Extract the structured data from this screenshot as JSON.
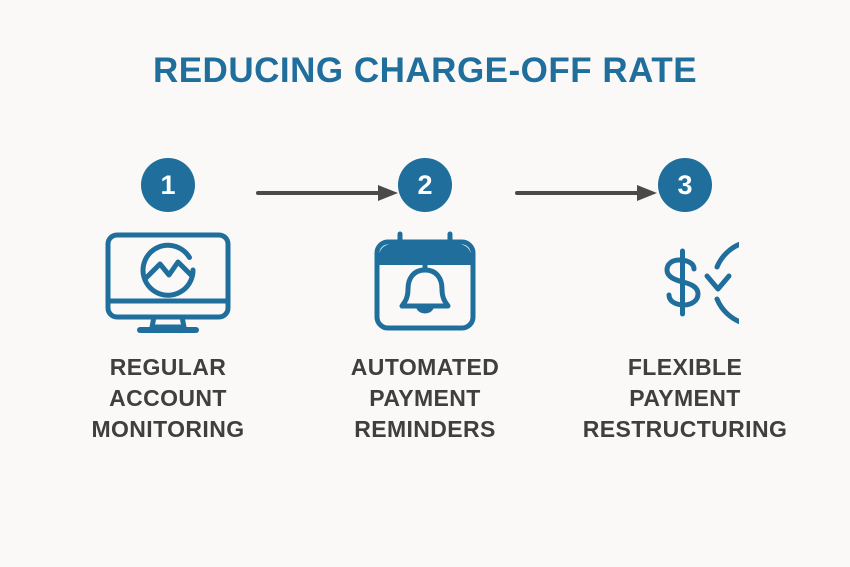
{
  "page": {
    "title": "REDUCING CHARGE-OFF RATE",
    "background_color": "#faf9f7",
    "accent_color": "#1f6e9c",
    "label_color": "#3f3f3f",
    "arrow_color": "#4a4a4a"
  },
  "steps": [
    {
      "number": "1",
      "icon": "monitor-analytics-icon",
      "label": "REGULAR\nACCOUNT\nMONITORING"
    },
    {
      "number": "2",
      "icon": "calendar-bell-icon",
      "label": "AUTOMATED\nPAYMENT\nREMINDERS"
    },
    {
      "number": "3",
      "icon": "dollar-refresh-icon",
      "label": "FLEXIBLE\nPAYMENT\nRESTRUCTURING"
    }
  ],
  "connectors": [
    {
      "name": "arrow-step1-to-step2"
    },
    {
      "name": "arrow-step2-to-step3"
    }
  ]
}
